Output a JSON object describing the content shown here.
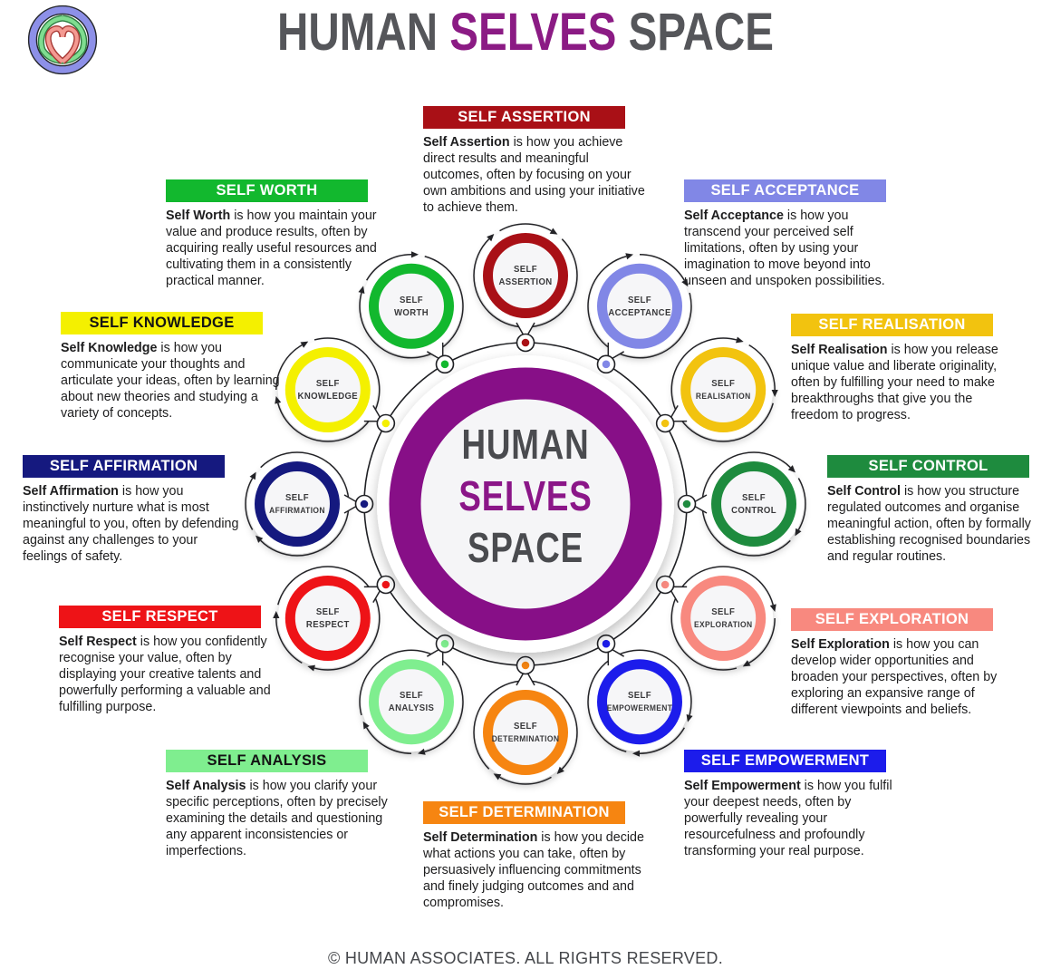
{
  "header": {
    "title_parts": [
      {
        "text": "HUMAN",
        "color": "#55565a"
      },
      {
        "text": "SELVES",
        "color": "#8b1b84"
      },
      {
        "text": "SPACE",
        "color": "#55565a"
      }
    ],
    "logo": {
      "name": "human-associates-knot-logo",
      "ring_color": "#8d90e8",
      "knot_green": "#7fdd90",
      "knot_green_dark": "#2e7d42",
      "knot_pink": "#f49a92",
      "knot_pink_dark": "#a83a36",
      "outline_color": "#24262b"
    }
  },
  "center": {
    "ring_color": "#870f87",
    "inner_fill": "#f5f5f7",
    "lines": [
      {
        "text": "HUMAN",
        "color": "#4a4b4f"
      },
      {
        "text": "SELVES",
        "color": "#8b1688"
      },
      {
        "text": "SPACE",
        "color": "#4a4b4f"
      }
    ]
  },
  "footer": {
    "text": "© HUMAN ASSOCIATES. ALL RIGHTS RESERVED."
  },
  "selves": [
    {
      "id": "self-assertion",
      "label": "SELF ASSERTION",
      "circle_label": [
        "SELF",
        "ASSERTION"
      ],
      "color": "#a91016",
      "header_text_color": "#ffffff",
      "bold": "Self Assertion",
      "desc": "is how you achieve direct results and meaningful outcomes, often by focusing on your own ambitions and using your initiative to achieve them."
    },
    {
      "id": "self-acceptance",
      "label": "SELF ACCEPTANCE",
      "circle_label": [
        "SELF",
        "ACCEPTANCE"
      ],
      "color": "#8187e6",
      "header_text_color": "#ffffff",
      "bold": "Self Acceptance",
      "desc": "is how you transcend your perceived self limitations, often by using your imagination to move beyond into unseen and unspoken possibilities."
    },
    {
      "id": "self-realisation",
      "label": "SELF REALISATION",
      "circle_label": [
        "SELF",
        "REALISATION"
      ],
      "color": "#f2c30f",
      "header_text_color": "#ffffff",
      "bold": "Self Realisation",
      "desc": "is how you release unique value and liberate originality, often by fulfilling your need to make breakthroughs that give you the freedom to progress."
    },
    {
      "id": "self-control",
      "label": "SELF CONTROL",
      "circle_label": [
        "SELF",
        "CONTROL"
      ],
      "color": "#1e8b3e",
      "header_text_color": "#ffffff",
      "bold": "Self Control",
      "desc": "is how you structure regulated outcomes and organise meaningful action, often by formally establishing recognised boundaries and regular routines."
    },
    {
      "id": "self-exploration",
      "label": "SELF EXPLORATION",
      "circle_label": [
        "SELF",
        "EXPLORATION"
      ],
      "color": "#f8897f",
      "header_text_color": "#ffffff",
      "bold": "Self Exploration",
      "desc": "is how you can develop wider opportunities and broaden your perspectives, often by exploring an expansive range of different viewpoints and beliefs."
    },
    {
      "id": "self-empowerment",
      "label": "SELF EMPOWERMENT",
      "circle_label": [
        "SELF",
        "EMPOWERMENT"
      ],
      "color": "#1c1ceb",
      "header_text_color": "#ffffff",
      "bold": "Self Empowerment",
      "desc": "is how you fulfil your deepest needs, often by powerfully revealing your resourcefulness and profoundly transforming your real purpose."
    },
    {
      "id": "self-determination",
      "label": "SELF DETERMINATION",
      "circle_label": [
        "SELF",
        "DETERMINATION"
      ],
      "color": "#f68511",
      "header_text_color": "#ffffff",
      "bold": "Self Determination",
      "desc": "is how you decide what actions you can take, often by persuasively influencing commitments and finely judging outcomes and and compromises."
    },
    {
      "id": "self-analysis",
      "label": "SELF ANALYSIS",
      "circle_label": [
        "SELF",
        "ANALYSIS"
      ],
      "color": "#7fee8f",
      "header_text_color": "#141414",
      "bold": "Self Analysis",
      "desc": "is how you clarify your specific perceptions, often by precisely examining the details and questioning any apparent inconsistencies or imperfections."
    },
    {
      "id": "self-respect",
      "label": "SELF RESPECT",
      "circle_label": [
        "SELF",
        "RESPECT"
      ],
      "color": "#ee1317",
      "header_text_color": "#ffffff",
      "bold": "Self Respect",
      "desc": "is how you confidently recognise your value, often by displaying your creative talents and powerfully performing a valuable and fulfilling purpose."
    },
    {
      "id": "self-affirmation",
      "label": "SELF AFFIRMATION",
      "circle_label": [
        "SELF",
        "AFFIRMATION"
      ],
      "color": "#15197f",
      "header_text_color": "#ffffff",
      "bold": "Self Affirmation",
      "desc": "is how you instinctively nurture what is most meaningful to you, often by defending against any challenges to your feelings of safety."
    },
    {
      "id": "self-knowledge",
      "label": "SELF KNOWLEDGE",
      "circle_label": [
        "SELF",
        "KNOWLEDGE"
      ],
      "color": "#f4f000",
      "header_text_color": "#141414",
      "bold": "Self Knowledge",
      "desc": "is how you communicate your thoughts and articulate your ideas, often by learning about new theories and studying a variety of concepts."
    },
    {
      "id": "self-worth",
      "label": "SELF WORTH",
      "circle_label": [
        "SELF",
        "WORTH"
      ],
      "color": "#12b82e",
      "header_text_color": "#ffffff",
      "bold": "Self Worth",
      "desc": "is how you maintain your value and produce results, often by acquiring really useful resources and cultivating them in a consistently practical manner."
    }
  ]
}
